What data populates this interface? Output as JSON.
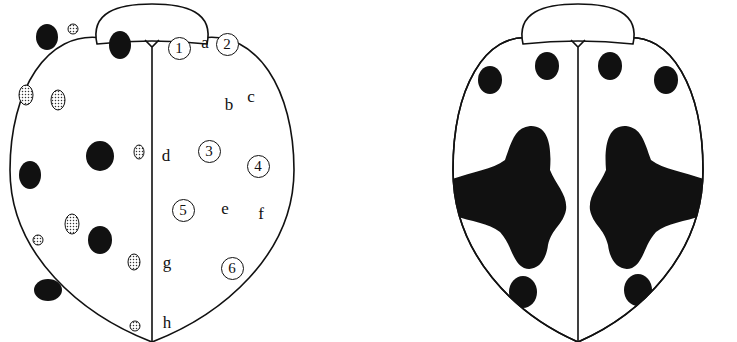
{
  "diagram": {
    "nodes": [
      {
        "text": [
          "1"
        ]
      },
      {
        "text": [
          "2"
        ]
      },
      {
        "text": [
          "3"
        ]
      },
      {
        "text": [
          "4"
        ]
      },
      {
        "text": [
          "5"
        ]
      },
      {
        "text": [
          "6"
        ]
      }
    ],
    "labels": [
      "a",
      "b",
      "c",
      "d",
      "e",
      "f",
      "g",
      "h"
    ]
  }
}
